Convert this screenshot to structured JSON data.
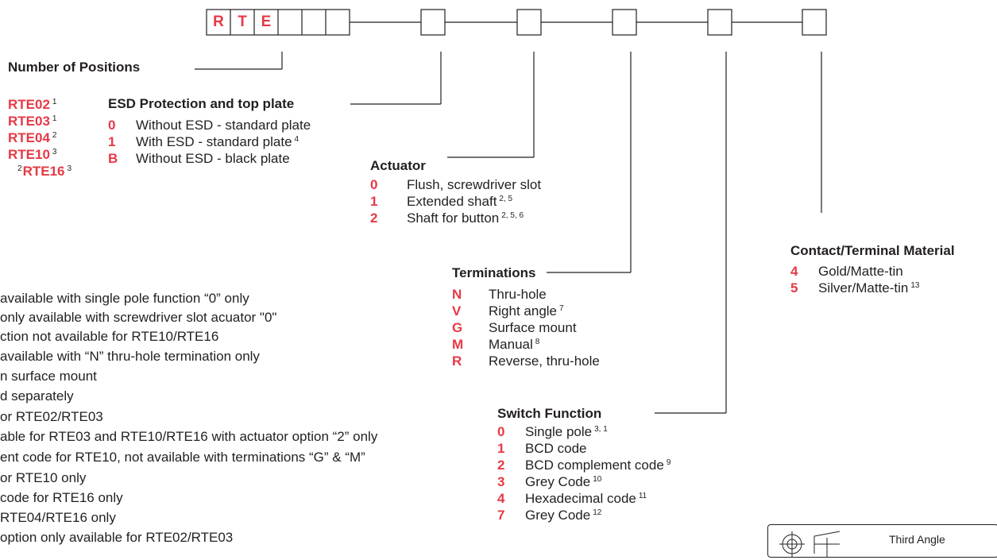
{
  "code_boxes": {
    "letters": [
      "R",
      "T",
      "E"
    ]
  },
  "positions": {
    "title": "Number of Positions",
    "items": [
      {
        "code": "RTE02",
        "note": "1",
        "pre": ""
      },
      {
        "code": "RTE03",
        "note": "1",
        "pre": ""
      },
      {
        "code": "RTE04",
        "note": "2",
        "pre": ""
      },
      {
        "code": "RTE10",
        "note": "3",
        "pre": ""
      },
      {
        "code": "RTE16",
        "note": "3",
        "pre": "2"
      }
    ]
  },
  "esd": {
    "title": "ESD Protection and top plate",
    "items": [
      {
        "code": "0",
        "label": "Without ESD - standard plate",
        "note": ""
      },
      {
        "code": "1",
        "label": "With ESD - standard plate",
        "note": "4"
      },
      {
        "code": "B",
        "label": "Without ESD - black plate",
        "note": ""
      }
    ]
  },
  "actuator": {
    "title": "Actuator",
    "items": [
      {
        "code": "0",
        "label": "Flush, screwdriver slot",
        "note": ""
      },
      {
        "code": "1",
        "label": "Extended shaft",
        "note": "2, 5"
      },
      {
        "code": "2",
        "label": "Shaft for button",
        "note": "2, 5, 6"
      }
    ]
  },
  "terminations": {
    "title": "Terminations",
    "items": [
      {
        "code": "N",
        "label": "Thru-hole",
        "note": ""
      },
      {
        "code": "V",
        "label": "Right angle",
        "note": "7"
      },
      {
        "code": "G",
        "label": "Surface mount",
        "note": ""
      },
      {
        "code": "M",
        "label": "Manual",
        "note": "8"
      },
      {
        "code": "R",
        "label": "Reverse, thru-hole",
        "note": ""
      }
    ]
  },
  "switch_function": {
    "title": "Switch Function",
    "items": [
      {
        "code": "0",
        "label": "Single pole",
        "note": "3, 1"
      },
      {
        "code": "1",
        "label": "BCD code",
        "note": ""
      },
      {
        "code": "2",
        "label": "BCD complement code",
        "note": "9"
      },
      {
        "code": "3",
        "label": "Grey Code",
        "note": "10"
      },
      {
        "code": "4",
        "label": "Hexadecimal code",
        "note": "11"
      },
      {
        "code": "7",
        "label": "Grey Code",
        "note": "12"
      }
    ]
  },
  "contact_material": {
    "title": "Contact/Terminal Material",
    "items": [
      {
        "code": "4",
        "label": "Gold/Matte-tin",
        "note": ""
      },
      {
        "code": "5",
        "label": "Silver/Matte-tin",
        "note": "13"
      }
    ]
  },
  "notes": [
    "available with single pole function “0” only",
    "only available with screwdriver slot acuator \"0\"",
    "ction not available for RTE10/RTE16",
    " available with “N” thru-hole termination only",
    "n surface mount",
    "d separately",
    "or RTE02/RTE03",
    "able for RTE03 and RTE10/RTE16 with actuator option “2” only",
    "ent code for RTE10, not available with terminations “G” & “M”",
    "or RTE10 only",
    "code for RTE16 only",
    " RTE04/RTE16 only",
    " option only available for RTE02/RTE03"
  ],
  "projection": {
    "label": "Third Angle"
  },
  "colors": {
    "accent": "#e63946",
    "line": "#231f20"
  }
}
